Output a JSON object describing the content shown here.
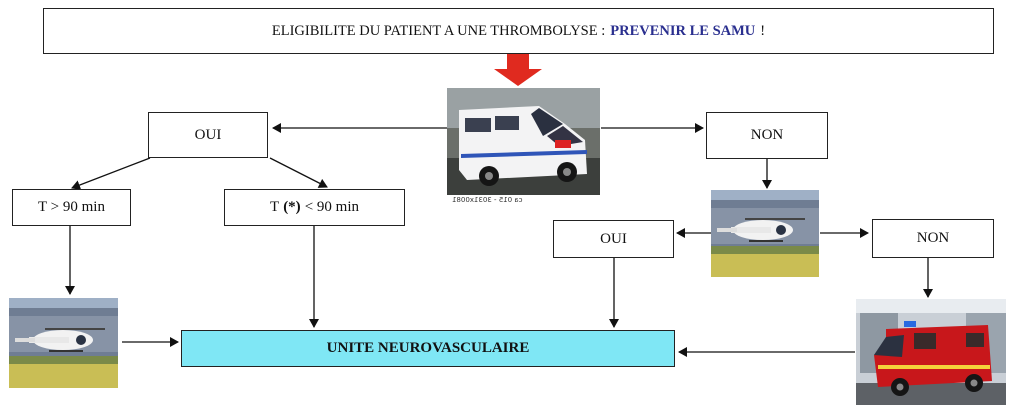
{
  "title": {
    "prefix": "ELIGIBILITE DU PATIENT A UNE THROMBOLYSE :",
    "highlight": "PREVENIR LE SAMU",
    "suffix": "!"
  },
  "left_branch": {
    "decision": "OUI",
    "over_90": "T > 90 min",
    "under_90_prefix": "T",
    "under_90_mark": "(*)",
    "under_90_suffix": "< 90 min"
  },
  "right_branch": {
    "decision": "NON",
    "sub_yes": "OUI",
    "sub_no": "NON"
  },
  "destination": "UNITE NEUROVASCULAIRE",
  "photo_caption": "ca 015 - 3031x0081",
  "colors": {
    "arrow_red": "#e02a1f",
    "title_highlight": "#2a2f8f",
    "destination_fill": "#7fe7f5"
  },
  "images": [
    "ambulance-photo",
    "helicopter-photo",
    "helicopter-photo",
    "fire-ambulance-photo"
  ]
}
